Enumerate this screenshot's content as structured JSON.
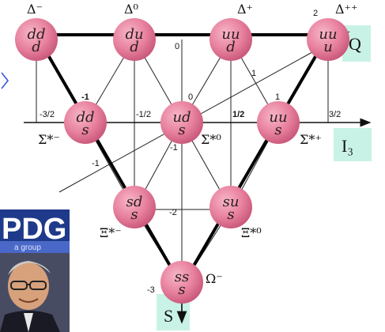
{
  "particles": [
    {
      "id": "delta-minus",
      "name": "Δ⁻",
      "top": "dd",
      "bottom": "d"
    },
    {
      "id": "delta-zero",
      "name": "Δ⁰",
      "top": "du",
      "bottom": "d"
    },
    {
      "id": "delta-plus",
      "name": "Δ⁺",
      "top": "uu",
      "bottom": "d"
    },
    {
      "id": "delta-plusplus",
      "name": "Δ⁺⁺",
      "top": "uu",
      "bottom": "u"
    },
    {
      "id": "sigma-star-minus",
      "name": "Σ*⁻",
      "top": "dd",
      "bottom": "s"
    },
    {
      "id": "sigma-star-zero",
      "name": "Σ*⁰",
      "top": "ud",
      "bottom": "s"
    },
    {
      "id": "sigma-star-plus",
      "name": "Σ*⁺",
      "top": "uu",
      "bottom": "s"
    },
    {
      "id": "xi-star-minus",
      "name": "Ξ*⁻",
      "top": "sd",
      "bottom": "s"
    },
    {
      "id": "xi-star-zero",
      "name": "Ξ*⁰",
      "top": "su",
      "bottom": "s"
    },
    {
      "id": "omega-minus",
      "name": "Ω⁻",
      "top": "ss",
      "bottom": "s"
    }
  ],
  "axes": {
    "charge": "Q",
    "isospin": "I₃",
    "strangeness": "S"
  },
  "ticks": {
    "isospin": [
      "-3/2",
      "-1/2",
      "1/2",
      "3/2"
    ],
    "strangeness": [
      "0",
      "-1",
      "-2",
      "-3"
    ],
    "charge": [
      "2",
      "1",
      "0",
      "-1"
    ],
    "misc": [
      "-1",
      "1/2",
      "-1",
      "1",
      "-1",
      "0"
    ]
  },
  "logo": {
    "text": "PDG",
    "subtext": "a group"
  },
  "colors": {
    "node": "#e57c9c",
    "node_edge": "#b94c6c",
    "axis_box": "#c9f2e6",
    "logo_bg": "#1f3a8a"
  }
}
